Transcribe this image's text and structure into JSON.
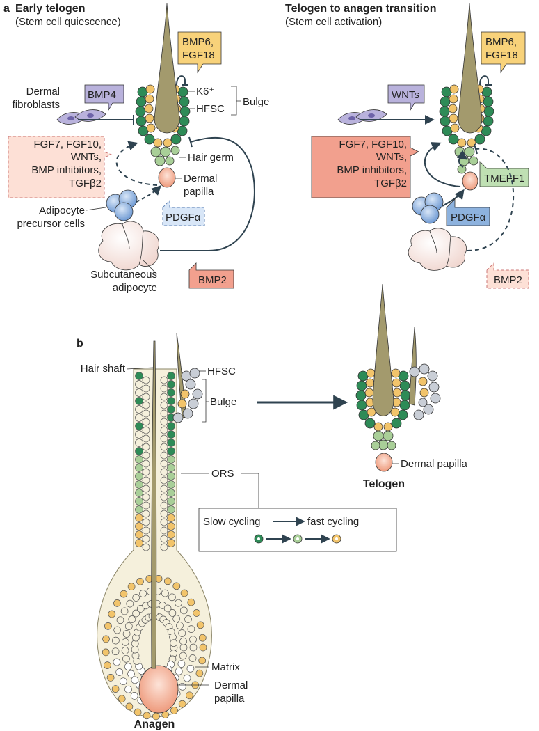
{
  "panel_a": {
    "left": {
      "letter": "a",
      "title": "Early telogen",
      "subtitle": "(Stem cell quiescence)",
      "bmp6_fgf18": [
        "BMP6,",
        "FGF18"
      ],
      "k6": "K6⁺",
      "hfsc": "HFSC",
      "bulge": "Bulge",
      "dermal_fibroblasts": [
        "Dermal",
        "fibroblasts"
      ],
      "bmp4": "BMP4",
      "signals": [
        "FGF7, FGF10,",
        "WNTs,",
        "BMP inhibitors,",
        "TGFβ2"
      ],
      "hair_germ": "Hair germ",
      "dermal_papilla": [
        "Dermal",
        "papilla"
      ],
      "adipocyte_precursor": [
        "Adipocyte",
        "precursor cells"
      ],
      "pdgfa": "PDGFα",
      "subcutaneous_adipocyte": [
        "Subcutaneous",
        "adipocyte"
      ],
      "bmp2": "BMP2"
    },
    "right": {
      "title": "Telogen to anagen transition",
      "subtitle": "(Stem cell activation)",
      "bmp6_fgf18": [
        "BMP6,",
        "FGF18"
      ],
      "wnts": "WNTs",
      "signals": [
        "FGF7, FGF10,",
        "WNTs,",
        "BMP inhibitors,",
        "TGFβ2"
      ],
      "tmeff1": "TMEFF1",
      "pdgfa": "PDGFα",
      "bmp2": "BMP2"
    }
  },
  "panel_b": {
    "letter": "b",
    "hair_shaft": "Hair shaft",
    "hfsc": "HFSC",
    "bulge": "Bulge",
    "ors": "ORS",
    "legend_slow": "Slow cycling",
    "legend_fast": "fast cycling",
    "matrix": "Matrix",
    "dermal_papilla": [
      "Dermal",
      "papilla"
    ],
    "anagen": "Anagen",
    "telogen_dp": "Dermal papilla",
    "telogen": "Telogen"
  },
  "colors": {
    "green_dark": "#2e8b57",
    "green_light": "#a9cf98",
    "yellow": "#f2c46b",
    "grey_cell": "#c9ced6",
    "cream_cell": "#f5f0dc",
    "shaft": "#a39a6d",
    "papilla": "#f1a98f",
    "purple_box": "#b9b2dc",
    "orange_box": "#f8d27a",
    "salmon_box": "#f2a08e",
    "blue_box": "#8db2de",
    "adipocyte_blue": "#7fa9dc",
    "arrow": "#2f4350"
  }
}
